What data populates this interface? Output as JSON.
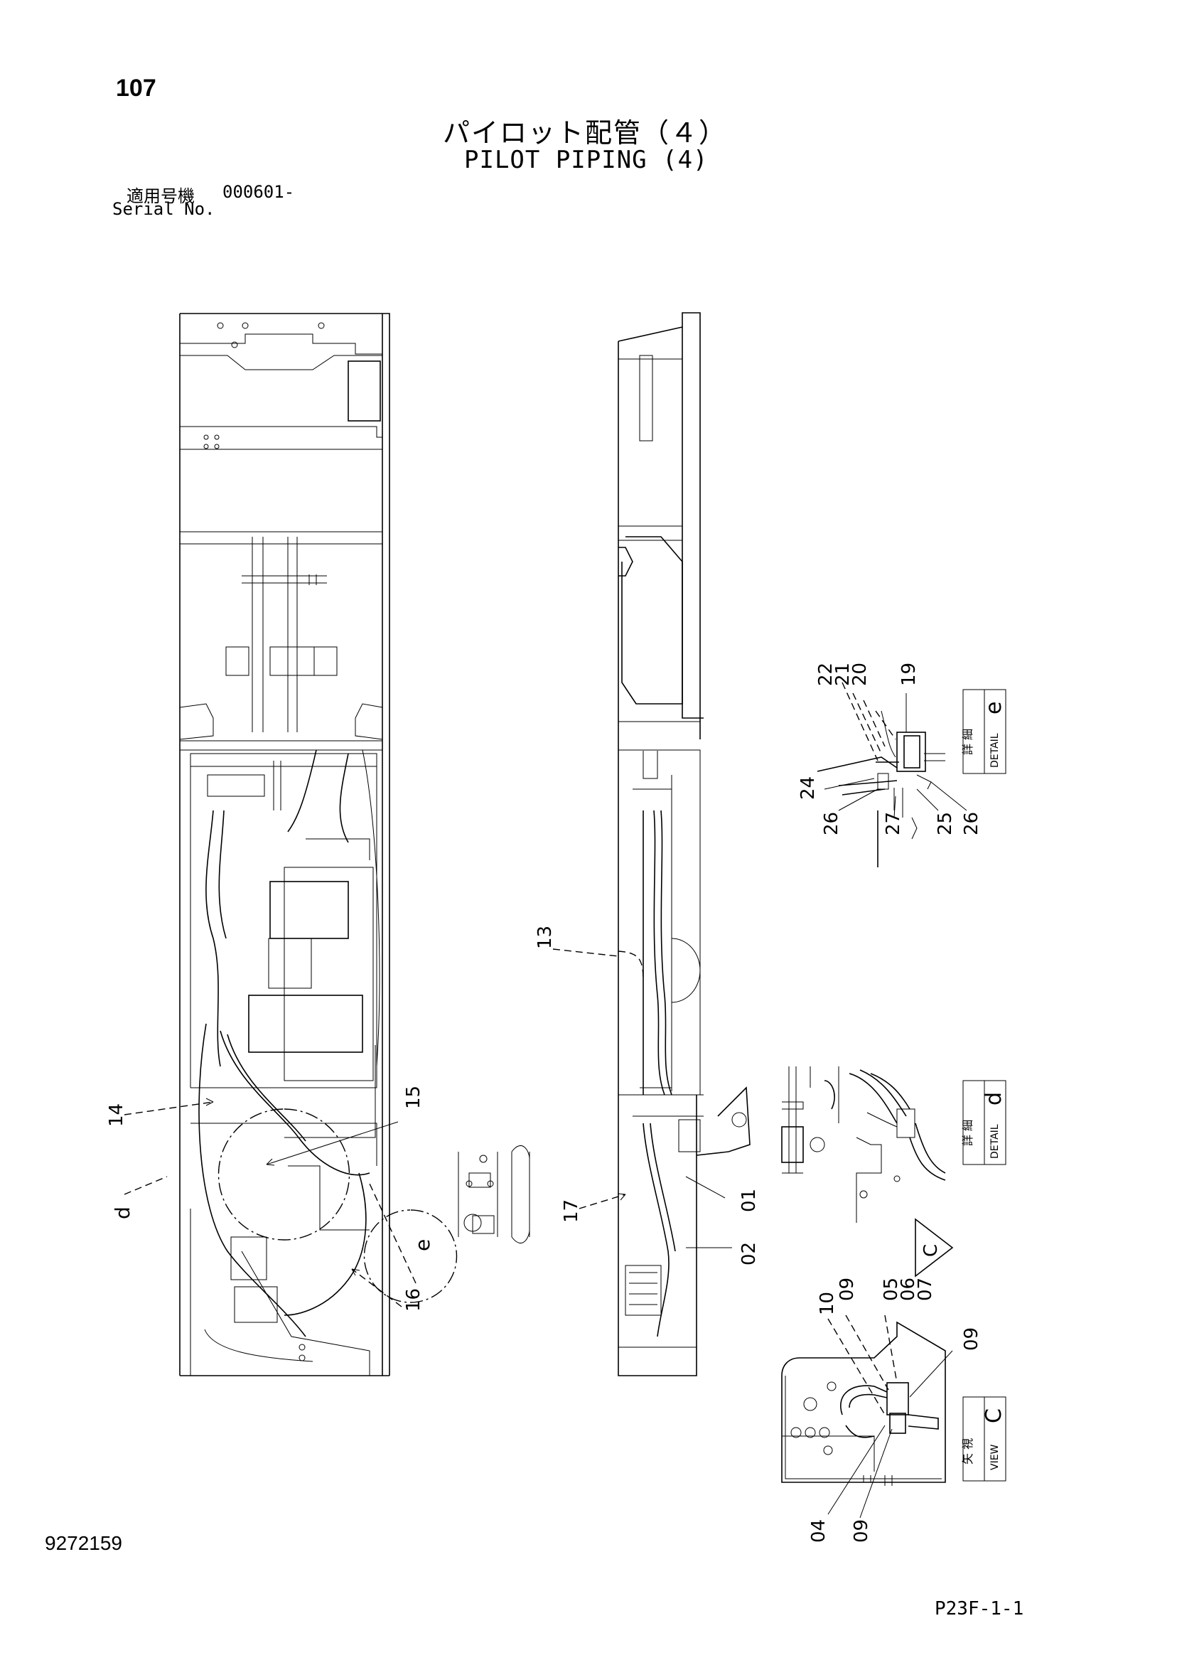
{
  "header": {
    "page_number": "107",
    "title_jp": "パイロット配管（４）",
    "title_en": "PILOT PIPING (4)",
    "serial_label_jp": "適用号機",
    "serial_value": "000601-",
    "serial_label_en": "Serial No."
  },
  "callouts": {
    "c01": "01",
    "c02": "02",
    "c04": "04",
    "c05": "05",
    "c06": "06",
    "c07": "07",
    "c09a": "09",
    "c09b": "09",
    "c09c": "09",
    "c10": "10",
    "c13": "13",
    "c14": "14",
    "c15": "15",
    "c16": "16",
    "c17": "17",
    "c19": "19",
    "c20": "20",
    "c21": "21",
    "c22": "22",
    "c24": "24",
    "c25": "25",
    "c26a": "26",
    "c26b": "26",
    "c27": "27",
    "d": "d",
    "e": "e",
    "arrowC": "C"
  },
  "detail_boxes": {
    "detail_e": {
      "jp": "詳 細",
      "en": "DETAIL",
      "letter": "e"
    },
    "detail_d": {
      "jp": "詳 細",
      "en": "DETAIL",
      "letter": "d"
    },
    "view_c": {
      "jp": "矢 視",
      "en": "VIEW",
      "letter": "C"
    }
  },
  "footer": {
    "document_number": "9272159",
    "page_code": "P23F-1-1"
  }
}
